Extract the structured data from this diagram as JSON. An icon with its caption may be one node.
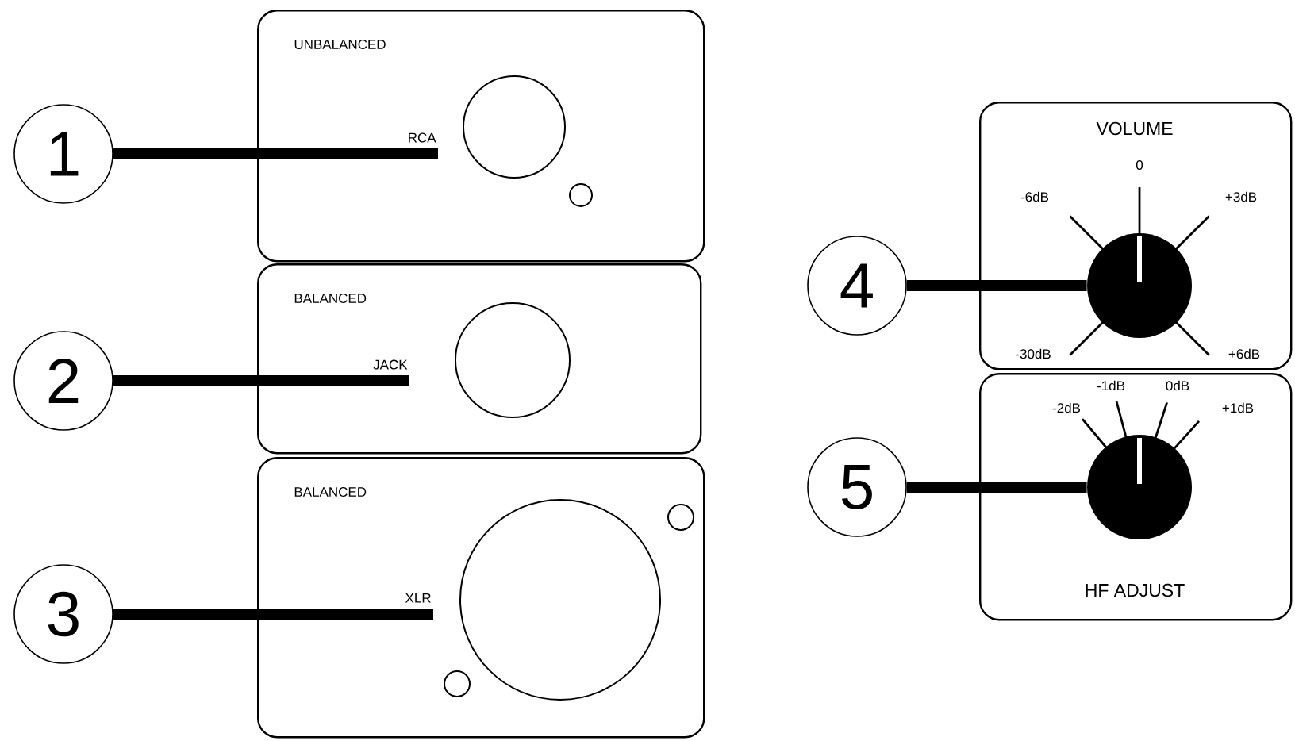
{
  "diagram": {
    "nodes": [
      {
        "text": [
          "UNBALANCED"
        ]
      },
      {
        "text": [
          "RCA"
        ],
        "in": 0
      },
      {
        "text": [
          "BALANCED"
        ]
      },
      {
        "text": [
          "JACK"
        ],
        "in": 2
      },
      {
        "text": [
          "BALANCED"
        ]
      },
      {
        "text": [
          "XLR"
        ],
        "in": 4
      },
      {
        "text": [
          "1"
        ]
      },
      {
        "text": [
          "2"
        ]
      },
      {
        "text": [
          "3"
        ]
      },
      {
        "text": [
          "VOLUME"
        ]
      },
      {
        "text": [],
        "shape": "circle",
        "in": 9
      },
      {
        "text": [
          "HF ADJUST"
        ]
      },
      {
        "text": [],
        "shape": "circle",
        "in": 11
      },
      {
        "text": [
          "4"
        ]
      },
      {
        "text": [
          "5"
        ]
      }
    ],
    "edges": [
      {
        "from": 6,
        "to": 1,
        "arrow": "none"
      },
      {
        "from": 7,
        "to": 3,
        "arrow": "none"
      },
      {
        "from": 8,
        "to": 5,
        "arrow": "none"
      },
      {
        "from": 13,
        "to": 10,
        "arrow": "none"
      },
      {
        "from": 14,
        "to": 12,
        "arrow": "none"
      }
    ],
    "labels": [
      "0",
      "-6dB",
      "+3dB",
      "-30dB",
      "+6dB",
      "-1dB",
      "0dB",
      "-2dB",
      "+1dB"
    ]
  }
}
